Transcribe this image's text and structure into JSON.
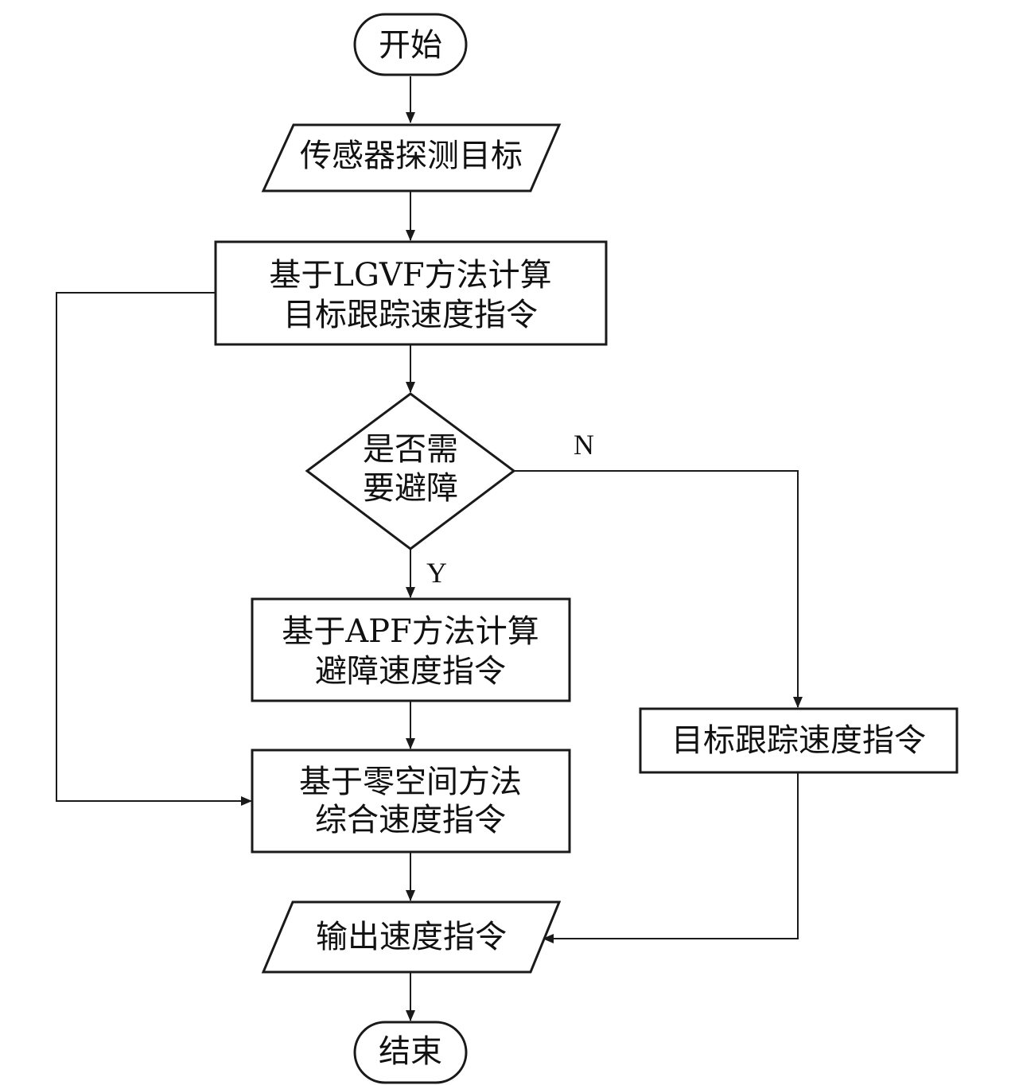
{
  "flowchart": {
    "start": "开始",
    "sensor": "传感器探测目标",
    "lgvf": [
      "基于LGVF方法计算",
      "目标跟踪速度指令"
    ],
    "decision": [
      "是否需",
      "要避障"
    ],
    "branch_yes": "Y",
    "branch_no": "N",
    "apf": [
      "基于APF方法计算",
      "避障速度指令"
    ],
    "tracking": "目标跟踪速度指令",
    "null_space": [
      "基于零空间方法",
      "综合速度指令"
    ],
    "output": "输出速度指令",
    "end": "结束"
  }
}
